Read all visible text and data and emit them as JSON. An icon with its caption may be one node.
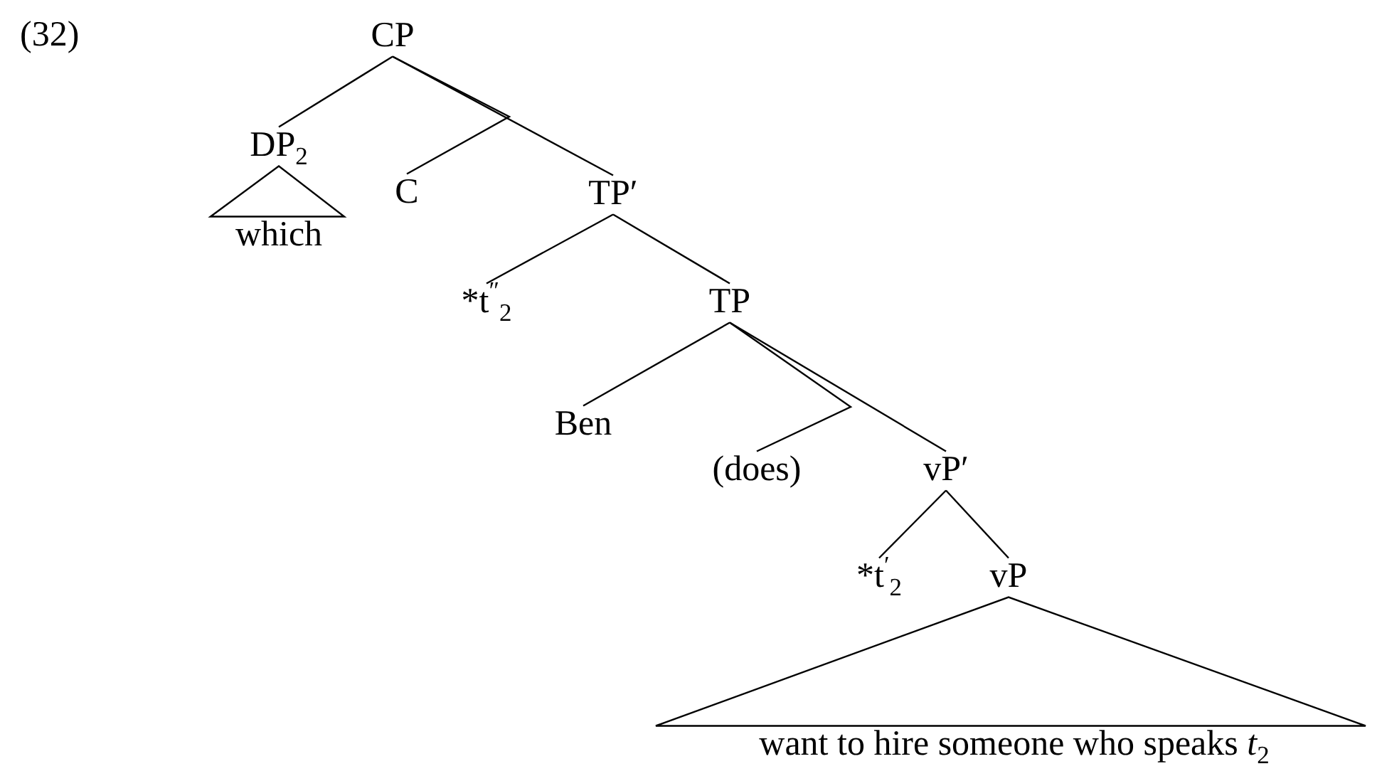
{
  "diagram": {
    "nodes": [
      {
        "text": [
          "CP"
        ]
      },
      {
        "text": [
          "DP$_{2}$"
        ]
      },
      {
        "text": [
          "which"
        ]
      },
      {
        "text": [
          "C"
        ]
      },
      {
        "text": [
          "TP′"
        ]
      },
      {
        "text": [
          "*t$^{″}$$_{2}$"
        ]
      },
      {
        "text": [
          "TP"
        ]
      },
      {
        "text": [
          "Ben"
        ]
      },
      {
        "text": [
          "(does)"
        ]
      },
      {
        "text": [
          "vP′"
        ]
      },
      {
        "text": [
          "*t$^{′}$$_{2}$"
        ]
      },
      {
        "text": [
          "vP"
        ]
      },
      {
        "text": [
          "want to hire someone who speaks *t*$_{2}$"
        ]
      }
    ],
    "edges": [
      {
        "from": 0,
        "to": 1,
        "arrow": "none"
      },
      {
        "from": 1,
        "to": 2,
        "arrow": "none"
      },
      {
        "from": 0,
        "to": 3,
        "arrow": "none"
      },
      {
        "from": 0,
        "to": 4,
        "arrow": "none"
      },
      {
        "from": 4,
        "to": 5,
        "arrow": "none"
      },
      {
        "from": 4,
        "to": 6,
        "arrow": "none"
      },
      {
        "from": 6,
        "to": 7,
        "arrow": "none"
      },
      {
        "from": 6,
        "to": 8,
        "arrow": "none"
      },
      {
        "from": 6,
        "to": 9,
        "arrow": "none"
      },
      {
        "from": 9,
        "to": 10,
        "arrow": "none"
      },
      {
        "from": 9,
        "to": 11,
        "arrow": "none"
      },
      {
        "from": 11,
        "to": 12,
        "arrow": "none"
      }
    ],
    "labels": [
      "(32)"
    ]
  }
}
